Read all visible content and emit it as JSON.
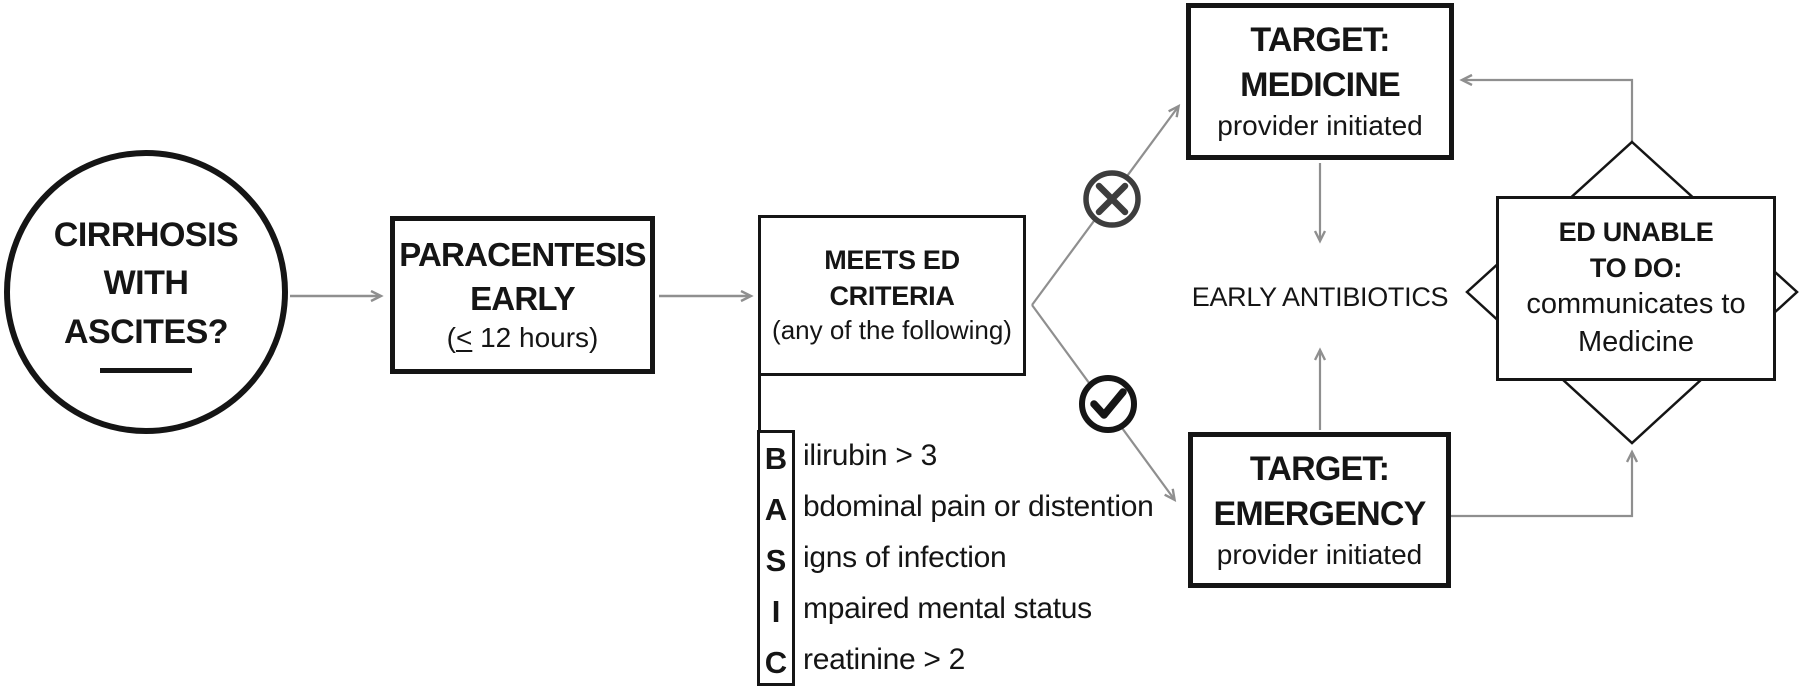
{
  "figure": {
    "start": {
      "line1": "CIRRHOSIS",
      "line2": "WITH",
      "line3": "ASCITES?"
    },
    "paracentesis": {
      "line1": "PARACENTESIS",
      "line2": "EARLY",
      "sub_open": "(",
      "sub_le": "<",
      "sub_rest": " 12 hours)"
    },
    "criteria": {
      "line1": "MEETS ED",
      "line2": "CRITERIA",
      "line3": "(any of the following)"
    },
    "basic": {
      "items": [
        {
          "letter": "B",
          "text": "ilirubin > 3"
        },
        {
          "letter": "A",
          "text": "bdominal pain or distention"
        },
        {
          "letter": "S",
          "text": "igns of infection"
        },
        {
          "letter": "I",
          "text": "mpaired mental status"
        },
        {
          "letter": "C",
          "text": "reatinine > 2"
        }
      ]
    },
    "medicine": {
      "line1": "TARGET:",
      "line2": "MEDICINE",
      "line3": "provider initiated"
    },
    "emergency": {
      "line1": "TARGET:",
      "line2": "EMERGENCY",
      "line3": "provider initiated"
    },
    "antibiotics": {
      "label": "EARLY ANTIBIOTICS"
    },
    "ed_unable": {
      "line1": "ED UNABLE",
      "line2": "TO DO:",
      "line3": "communicates to",
      "line4": "Medicine"
    },
    "icons": {
      "reject": "x-circle",
      "accept": "check-circle"
    },
    "colors": {
      "ink": "#151515",
      "arrow_gray": "#8f8f8f",
      "x_circle_gray": "#3d3d3d"
    }
  }
}
